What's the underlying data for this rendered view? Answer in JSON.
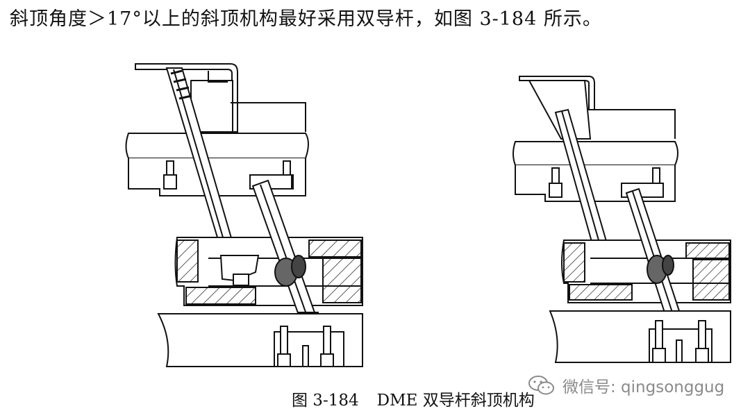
{
  "document": {
    "heading": "斜顶角度＞17°以上的斜顶机构最好采用双导杆，如图 3-184 所示。"
  },
  "figure": {
    "caption_label": "图 3-184",
    "caption_text": "DME 双导杆斜顶机构"
  },
  "watermark": {
    "icon": "wechat-icon",
    "text": "微信号: qingsonggug"
  },
  "colors": {
    "ink": "#111111",
    "watermark": "#8a8a8a",
    "background": "#ffffff"
  }
}
